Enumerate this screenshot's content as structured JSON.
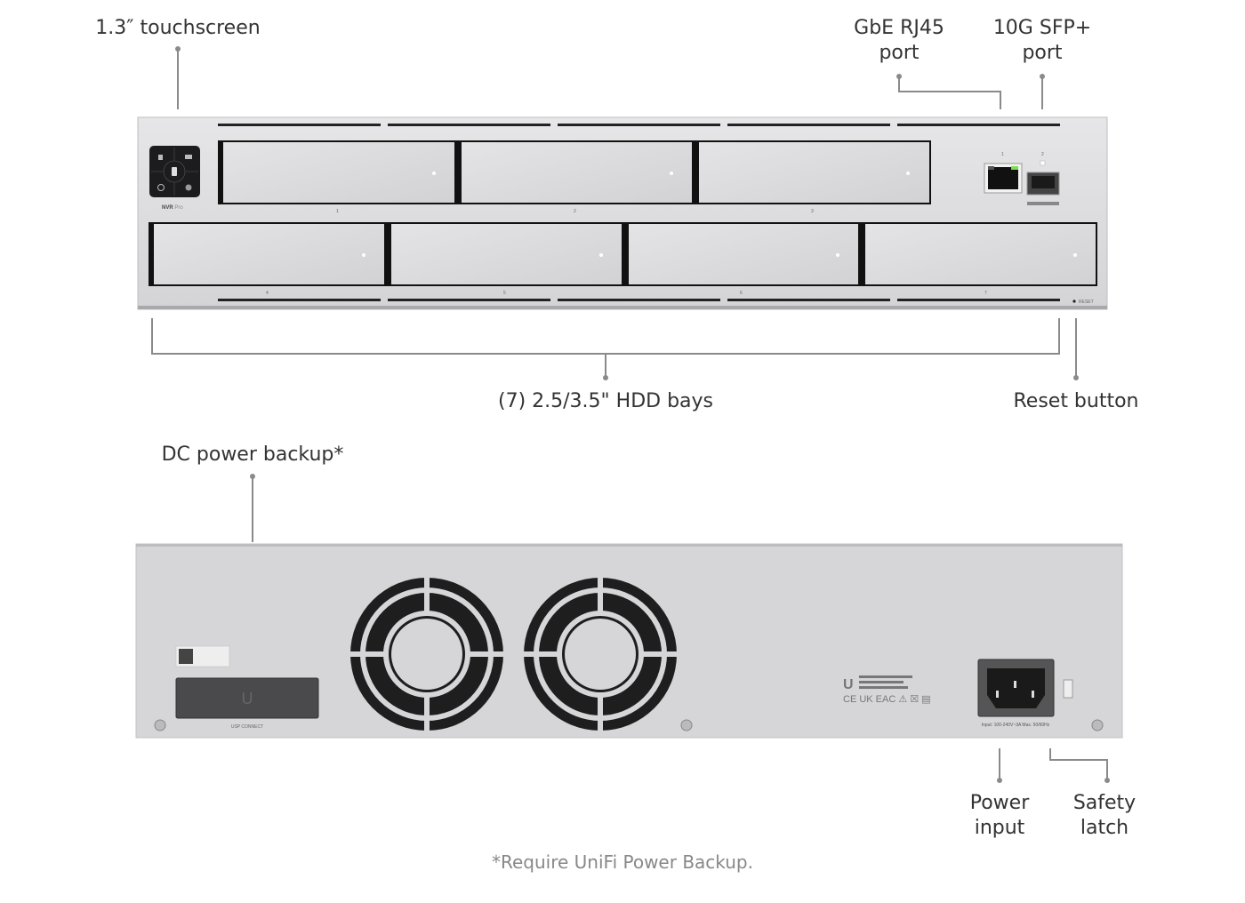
{
  "callouts": {
    "touchscreen": "1.3″ touchscreen",
    "gbe_line1": "GbE RJ45",
    "gbe_line2": "port",
    "sfp_line1": "10G SFP+",
    "sfp_line2": "port",
    "hdd_bays": "(7) 2.5/3.5\" HDD bays",
    "reset": "Reset button",
    "dc_power": "DC power backup*",
    "power_line1": "Power",
    "power_line2": "input",
    "latch_line1": "Safety",
    "latch_line2": "latch"
  },
  "footnote": "*Require UniFi Power Backup.",
  "device": {
    "model_bold": "NVR",
    "model_light": "Pro",
    "bays": [
      "1",
      "2",
      "3",
      "4",
      "5",
      "6",
      "7"
    ],
    "ports": [
      "1",
      "2"
    ],
    "reset_label": "RESET",
    "usp_label": "USP CONNECT",
    "power_rating": "Input: 100-240V~3A Max. 50/60Hz",
    "colors": {
      "chassis": "#dcdcde",
      "rear": "#d6d6d8",
      "link_led": "#7be04a"
    }
  }
}
